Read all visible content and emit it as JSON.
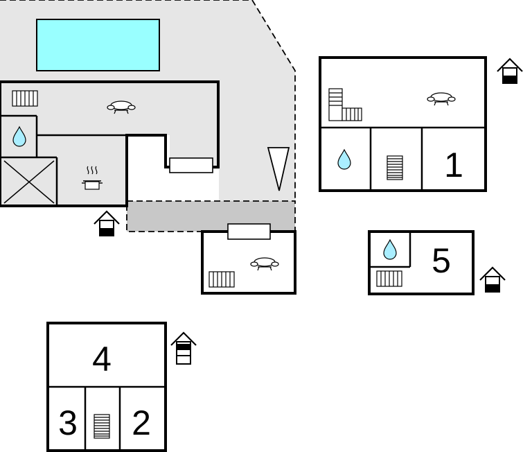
{
  "floor_plan": {
    "rooms": [
      {
        "id": "building-1-bedroom",
        "label": "1"
      },
      {
        "id": "bedroom-2",
        "label": "2"
      },
      {
        "id": "bedroom-3",
        "label": "3"
      },
      {
        "id": "bedroom-4",
        "label": "4"
      },
      {
        "id": "building-5-bedroom",
        "label": "5"
      }
    ]
  },
  "colors": {
    "terrace": "#e6e6e6",
    "covered_terrace": "#c8c8c8",
    "pool": "#99ffff",
    "water_drop": "#aaeeff",
    "wall": "#000000"
  },
  "icons": [
    "pool-icon",
    "radiator-icon",
    "sofa-icon",
    "water-drop-icon",
    "kitchen-pot-icon",
    "staircase-icon",
    "house-entrance-icon",
    "sun-lounger-icon"
  ]
}
